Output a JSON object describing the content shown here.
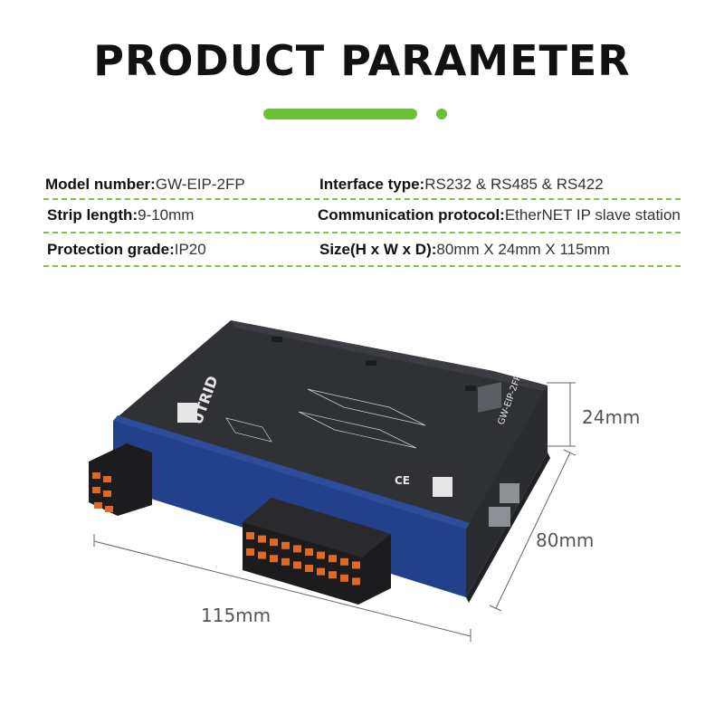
{
  "title": "PRODUCT  PARAMETER",
  "colors": {
    "accent": "#6cc13a",
    "device_top": "#2b2d31",
    "device_front": "#23418a",
    "terminal": "#1a1a1a",
    "terminal_pin": "#e06a25"
  },
  "specs": [
    {
      "left": {
        "label": "Model number:",
        "value": "GW-EIP-2FP"
      },
      "right": {
        "label": "Interface type:",
        "value": "RS232 & RS485 & RS422"
      }
    },
    {
      "left": {
        "label": "Strip length:",
        "value": "9-10mm"
      },
      "right": {
        "label": "Communication protocol:",
        "value": "EtherNET IP slave station"
      }
    },
    {
      "left": {
        "label": "Protection grade:",
        "value": "IP20"
      },
      "right": {
        "label": "Size(H x W x D):",
        "value": "80mm X 24mm X 115mm"
      }
    }
  ],
  "dimensions": {
    "height": "24mm",
    "depth": "80mm",
    "width": "115mm"
  },
  "device": {
    "brand": "UTRID",
    "model": "GW-EIP-2FP",
    "ce_mark": "CE"
  }
}
